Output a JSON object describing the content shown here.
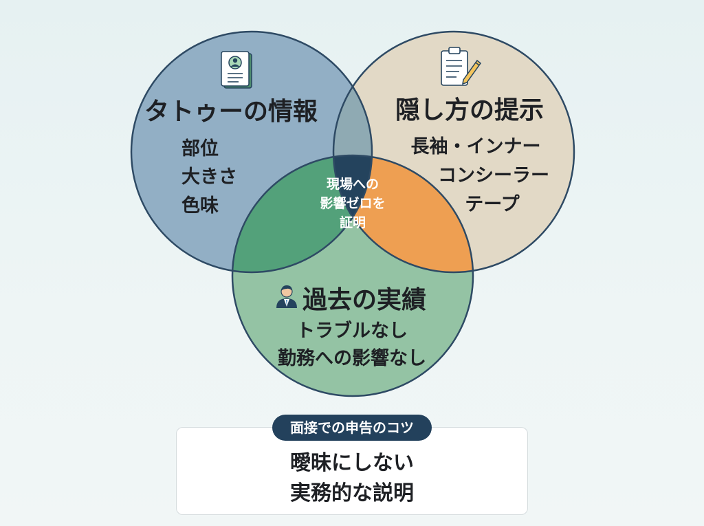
{
  "diagram": {
    "circles": {
      "tattoo": {
        "title": "タトゥーの情報",
        "items": [
          "部位",
          "大きさ",
          "色味"
        ],
        "icon": "id-card-icon",
        "color": "#92afc5"
      },
      "hide": {
        "title": "隠し方の提示",
        "items": [
          "長袖・インナー",
          "コンシーラー",
          "テープ"
        ],
        "icon": "clipboard-pen-icon",
        "color": "#e2d9c6"
      },
      "record": {
        "title": "過去の実績",
        "items": [
          "トラブルなし",
          "勤務への影響なし"
        ],
        "icon": "businessman-icon",
        "color": "#94c3a4"
      }
    },
    "center": {
      "lines": [
        "現場への",
        "影響ゼロを",
        "証明"
      ],
      "color": "#24435d"
    },
    "overlap_colors": {
      "tattoo_hide": "#8faab3",
      "tattoo_record": "#53a17a",
      "hide_record": "#ee9f52"
    }
  },
  "tips": {
    "badge": "面接での申告のコツ",
    "lines": [
      "曖昧にしない",
      "実務的な説明"
    ]
  }
}
